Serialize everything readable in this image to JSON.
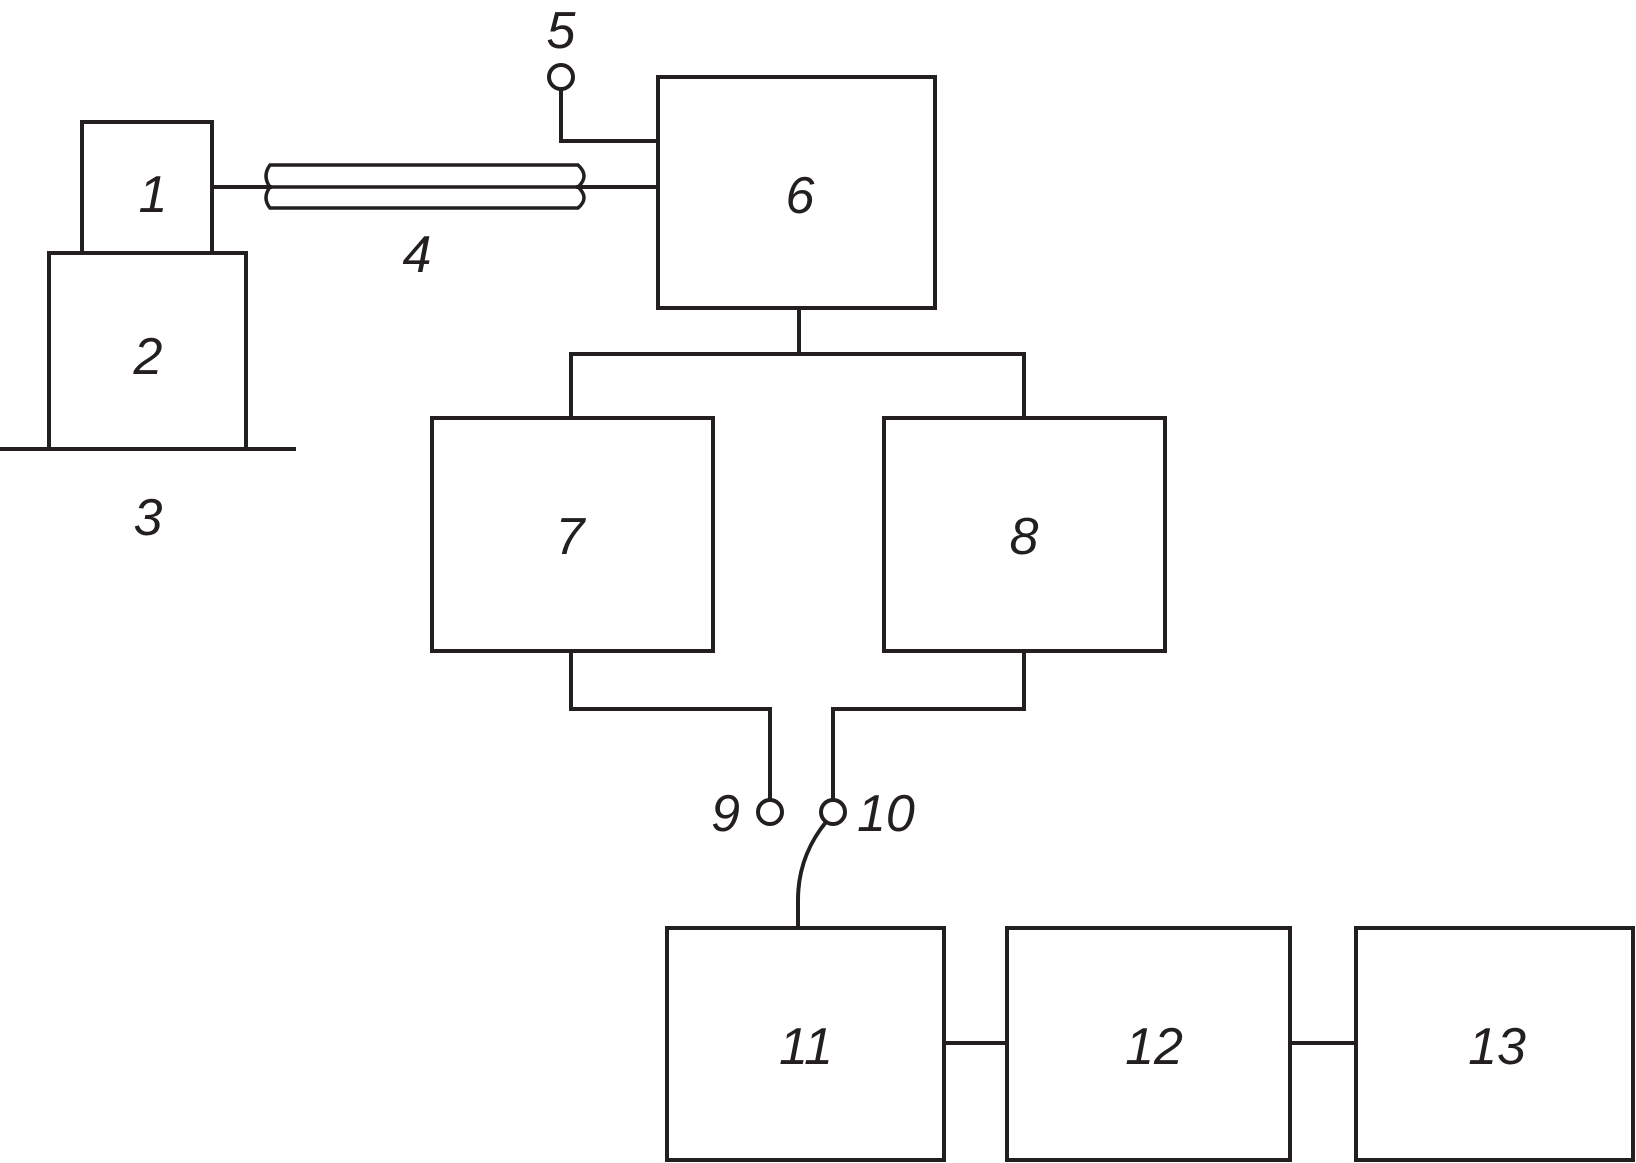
{
  "diagram": {
    "labels": {
      "n1": "1",
      "n2": "2",
      "n3": "3",
      "n4": "4",
      "n5": "5",
      "n6": "6",
      "n7": "7",
      "n8": "8",
      "n9": "9",
      "n10": "10",
      "n11": "11",
      "n12": "12",
      "n13": "13"
    },
    "colors": {
      "line": "#231f20",
      "background": "#ffffff"
    }
  }
}
